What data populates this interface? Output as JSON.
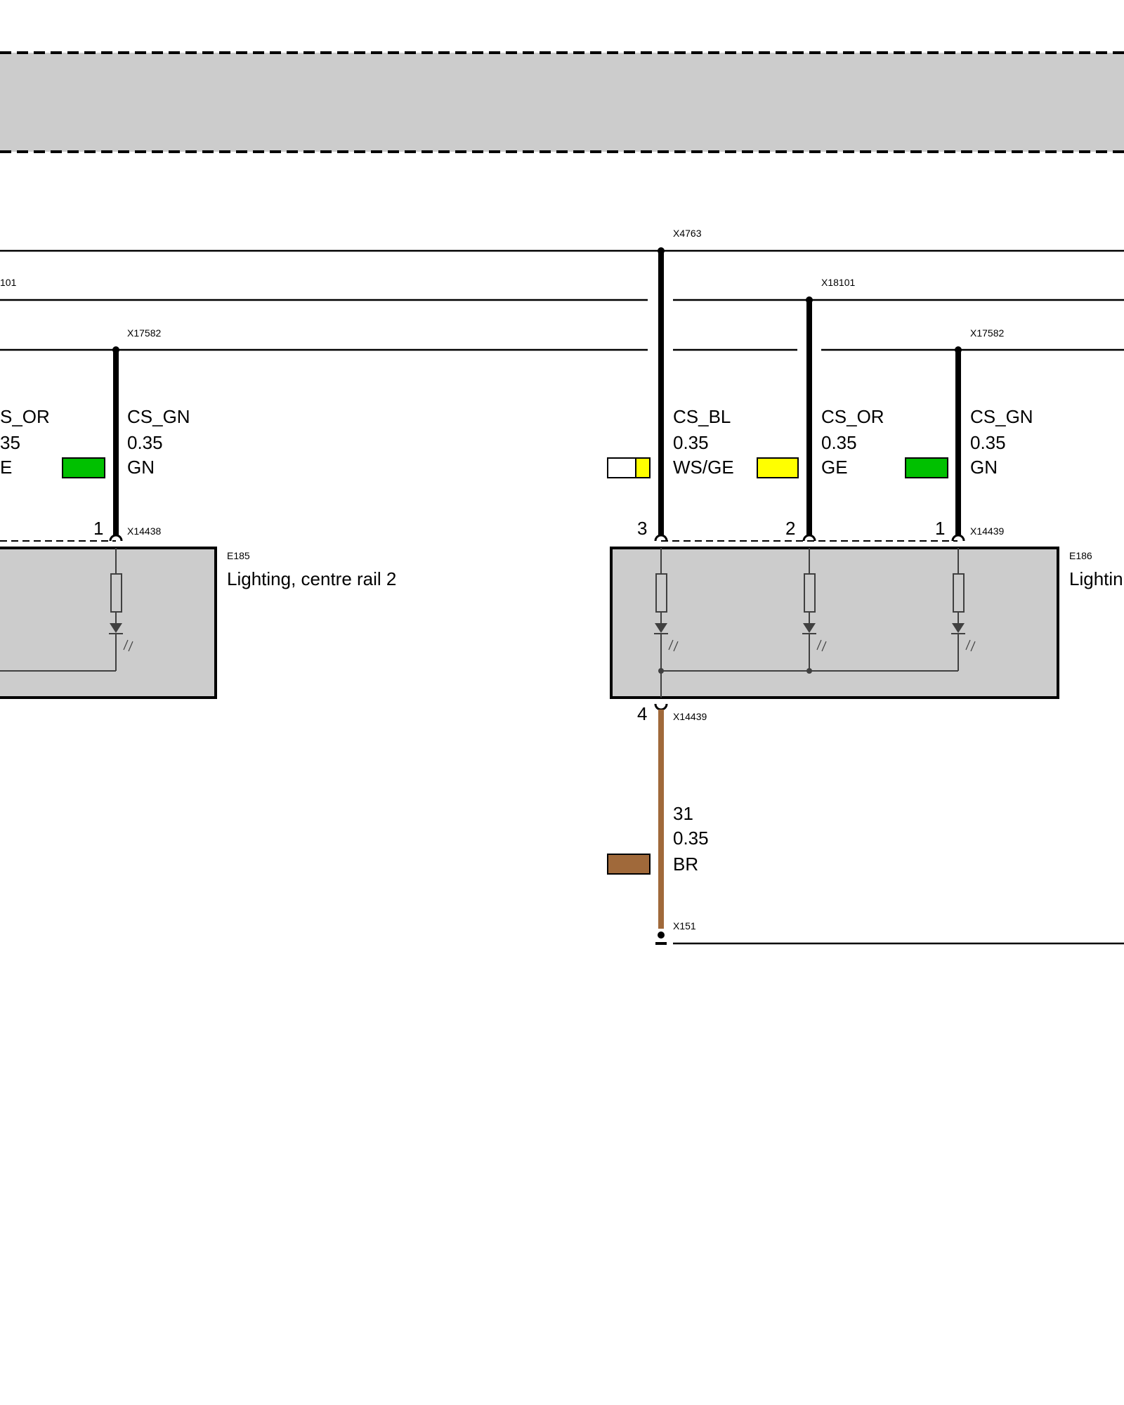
{
  "colors": {
    "gray_fill": "#cccccc",
    "green": "#00c000",
    "yellow": "#ffff00",
    "white": "#ffffff",
    "brown": "#a0693a",
    "wire_black": "#000000",
    "component_line": "#404040"
  },
  "top_band": {},
  "bus_lines": {
    "x4763": {
      "label": "X4763"
    },
    "x18101_left": {
      "label": "101"
    },
    "x18101_right": {
      "label": "X18101"
    },
    "x17582_left": {
      "label": "X17582"
    },
    "x17582_right": {
      "label": "X17582"
    }
  },
  "wires": {
    "left_or": {
      "name": "S_OR",
      "gauge": "35",
      "color_code": "E"
    },
    "left_gn": {
      "name": "CS_GN",
      "gauge": "0.35",
      "color_code": "GN",
      "pin": "1",
      "connector": "X14438",
      "swatch_color": "green"
    },
    "bl": {
      "name": "CS_BL",
      "gauge": "0.35",
      "color_code": "WS/GE",
      "pin": "3",
      "swatch_colors": [
        "white",
        "yellow"
      ]
    },
    "or": {
      "name": "CS_OR",
      "gauge": "0.35",
      "color_code": "GE",
      "pin": "2",
      "swatch_color": "yellow"
    },
    "gn": {
      "name": "CS_GN",
      "gauge": "0.35",
      "color_code": "GN",
      "pin": "1",
      "connector": "X14439",
      "swatch_color": "green"
    },
    "ground": {
      "name": "31",
      "gauge": "0.35",
      "color_code": "BR",
      "pin": "4",
      "connector": "X14439",
      "swatch_color": "brown"
    }
  },
  "components": {
    "e185": {
      "id": "E185",
      "label": "Lighting, centre rail 2"
    },
    "e186": {
      "id": "E186",
      "label": "Lightin"
    }
  },
  "ground_connector": {
    "label": "X151"
  }
}
